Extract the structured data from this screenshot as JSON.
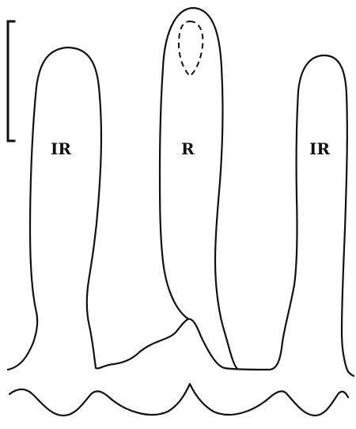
{
  "labels": {
    "left_finger": "IR",
    "center_finger": "R",
    "right_finger": "IR"
  }
}
